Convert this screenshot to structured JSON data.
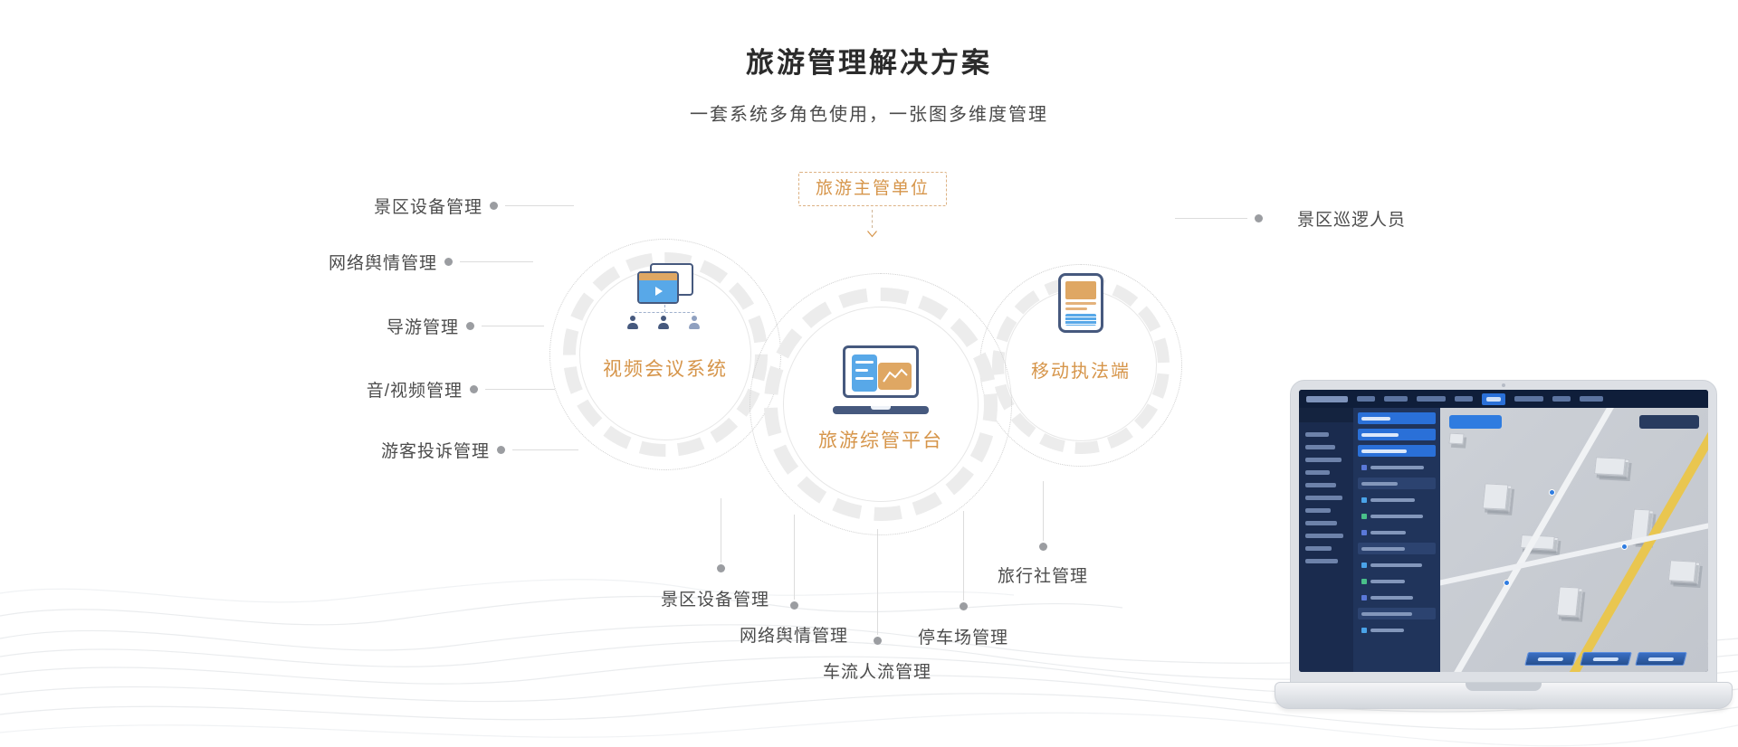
{
  "page": {
    "title": "旅游管理解决方案",
    "subtitle": "一套系统多角色使用，一张图多维度管理"
  },
  "diagram": {
    "authority_box": "旅游主管单位",
    "nodes": {
      "video": "视频会议系统",
      "platform": "旅游综管平台",
      "mobile": "移动执法端"
    },
    "left_labels": [
      "景区设备管理",
      "网络舆情管理",
      "导游管理",
      "音/视频管理",
      "游客投诉管理"
    ],
    "right_labels": [
      "景区巡逻人员"
    ],
    "bottom_labels": [
      "景区设备管理",
      "网络舆情管理",
      "车流人流管理",
      "停车场管理",
      "旅行社管理"
    ]
  },
  "icons": {
    "video": "video-conference-icon",
    "platform": "laptop-dashboard-icon",
    "mobile": "mobile-phone-icon"
  },
  "colors": {
    "accent_orange": "#d6954a",
    "box_border": "#ddb284",
    "icon_navy": "#46597e",
    "icon_blue": "#58a8e8",
    "icon_orange": "#dfa763",
    "label_gray": "#4c4c4c",
    "line_gray": "#dcdcdc",
    "dot_gray": "#9b9da1"
  }
}
